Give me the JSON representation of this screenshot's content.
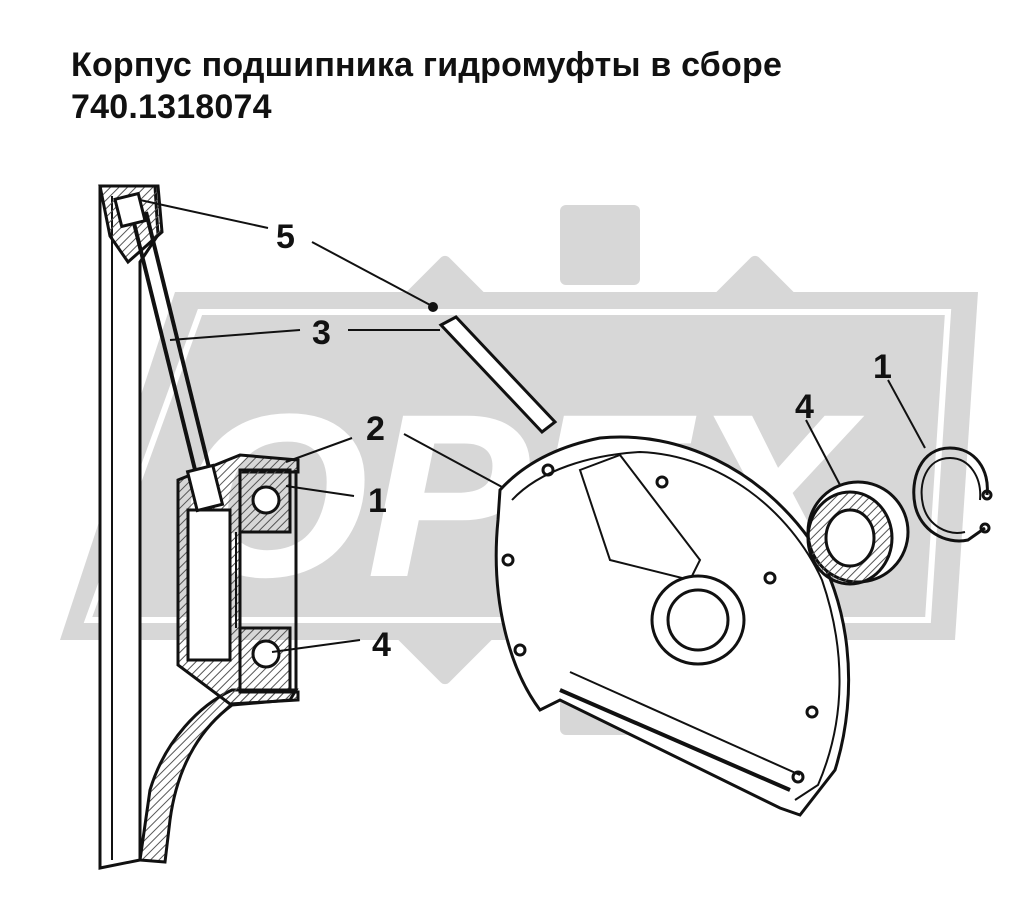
{
  "title": {
    "line1": "Корпус подшипника гидромуфты в сборе",
    "line2": "740.1318074"
  },
  "watermark": {
    "text": "OPEX",
    "color": "#d7d7d7"
  },
  "callouts": {
    "left_5": "5",
    "left_3": "3",
    "left_2": "2",
    "left_1": "1",
    "left_4": "4",
    "right_4": "4",
    "right_1": "1"
  },
  "colors": {
    "ink": "#111111",
    "hatch": "#555555",
    "watermark": "#d7d7d7"
  }
}
